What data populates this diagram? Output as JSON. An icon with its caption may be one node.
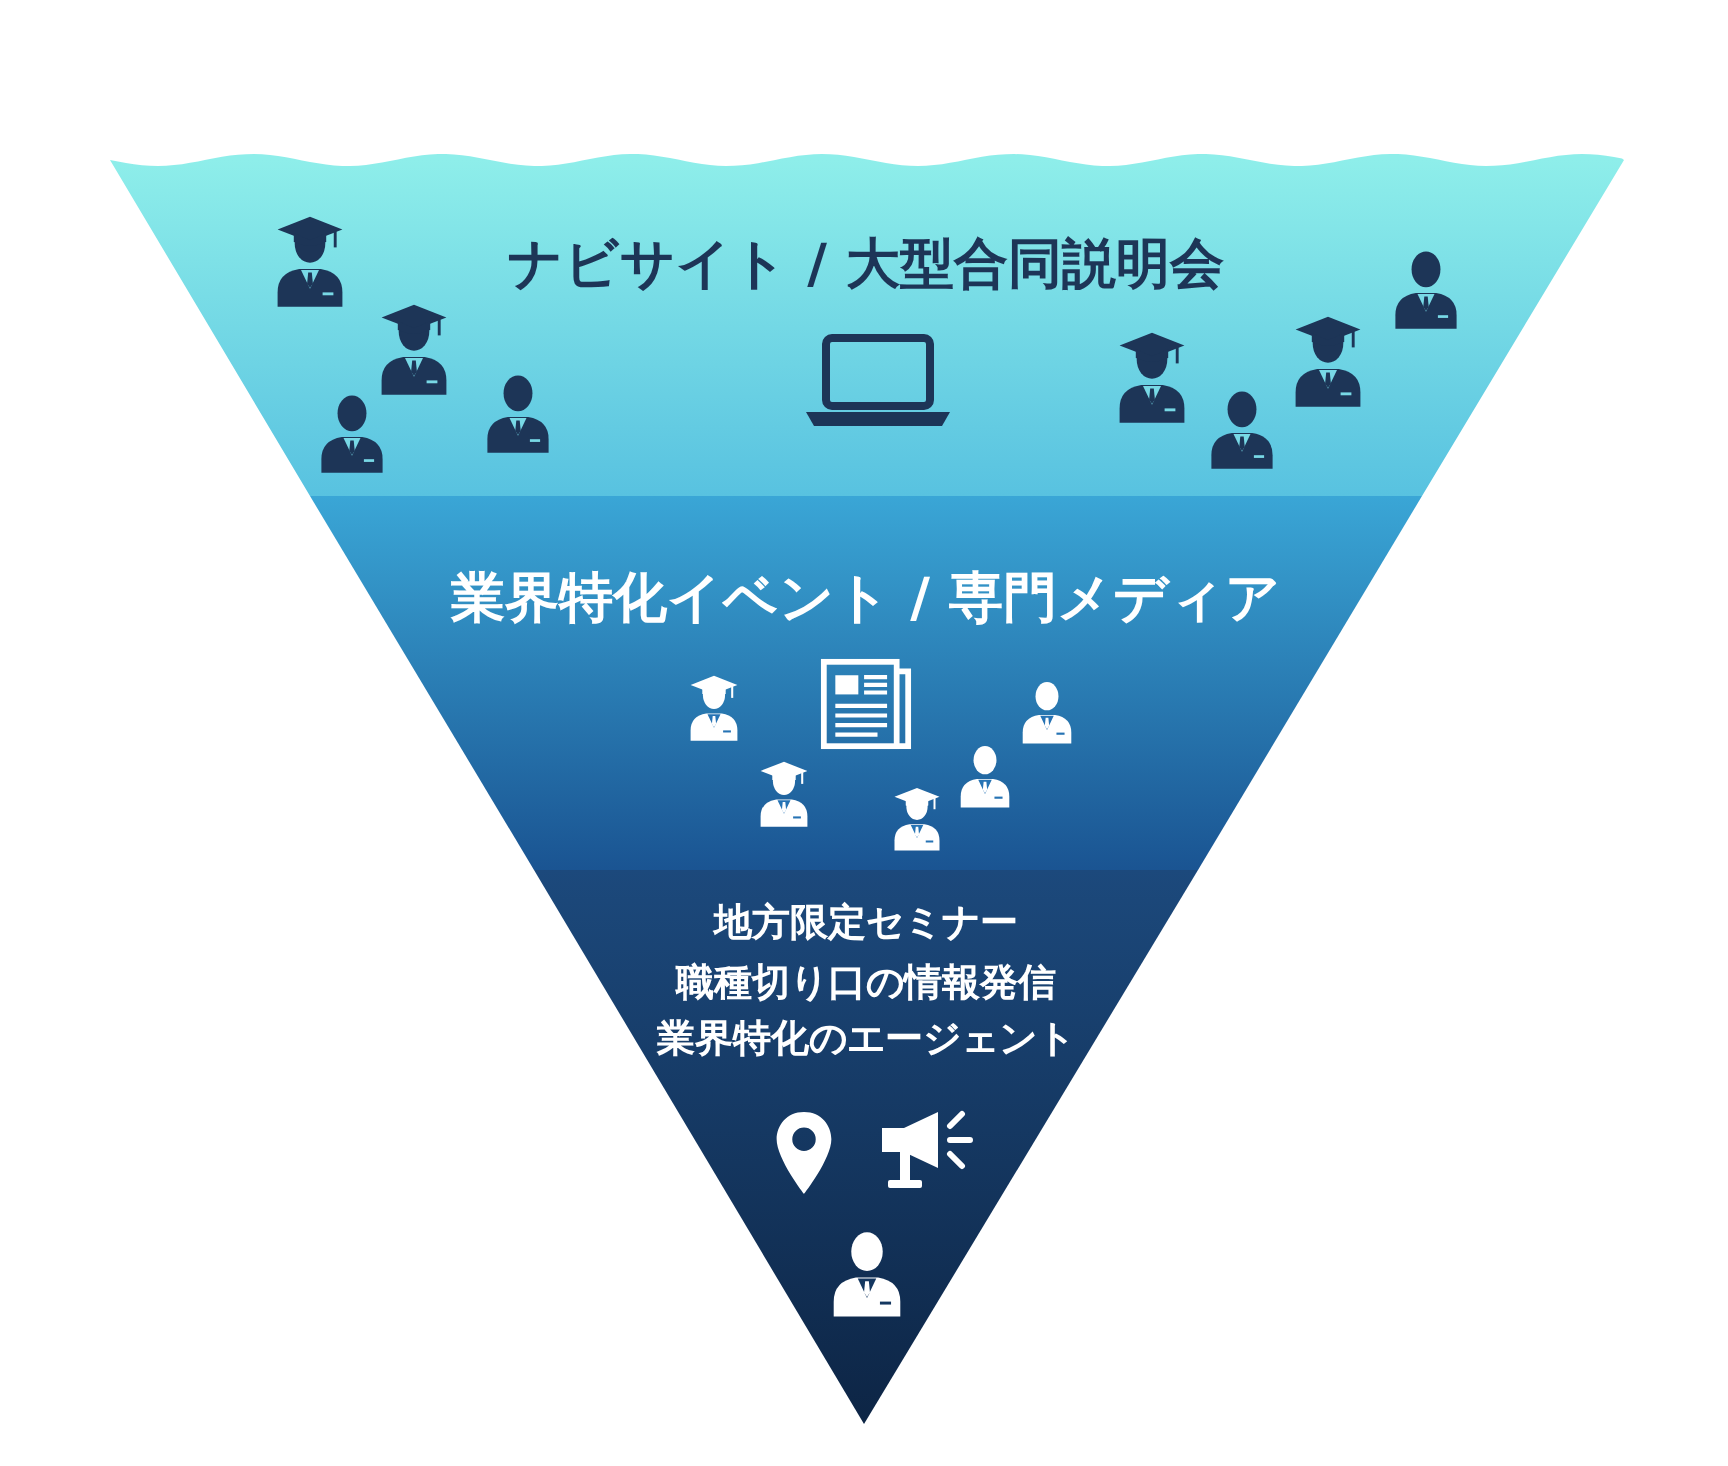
{
  "diagram": {
    "nodes": [
      {
        "text": [
          "ナビサイト / 大型合同説明会"
        ]
      },
      {
        "text": [
          "業界特化イベント / 専門メディア"
        ]
      },
      {
        "text": [
          "地方限定セミナー",
          "職種切り口の情報発信",
          "業界特化のエージェント"
        ]
      }
    ]
  }
}
